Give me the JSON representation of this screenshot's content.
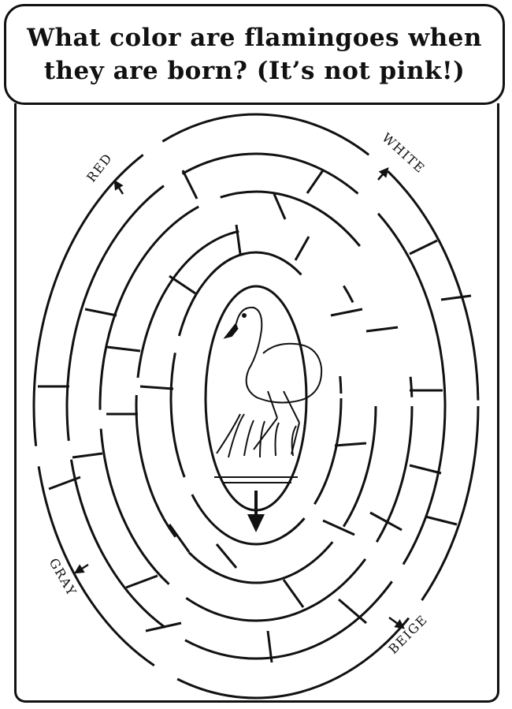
{
  "question": {
    "line1": "What color are flamingoes when",
    "line2": "they are born? (It’s not pink!)"
  },
  "exits": {
    "red": "RED",
    "white": "WHITE",
    "gray": "GRAY",
    "beige": "BEIGE"
  },
  "picture": "flamingo-in-grass"
}
